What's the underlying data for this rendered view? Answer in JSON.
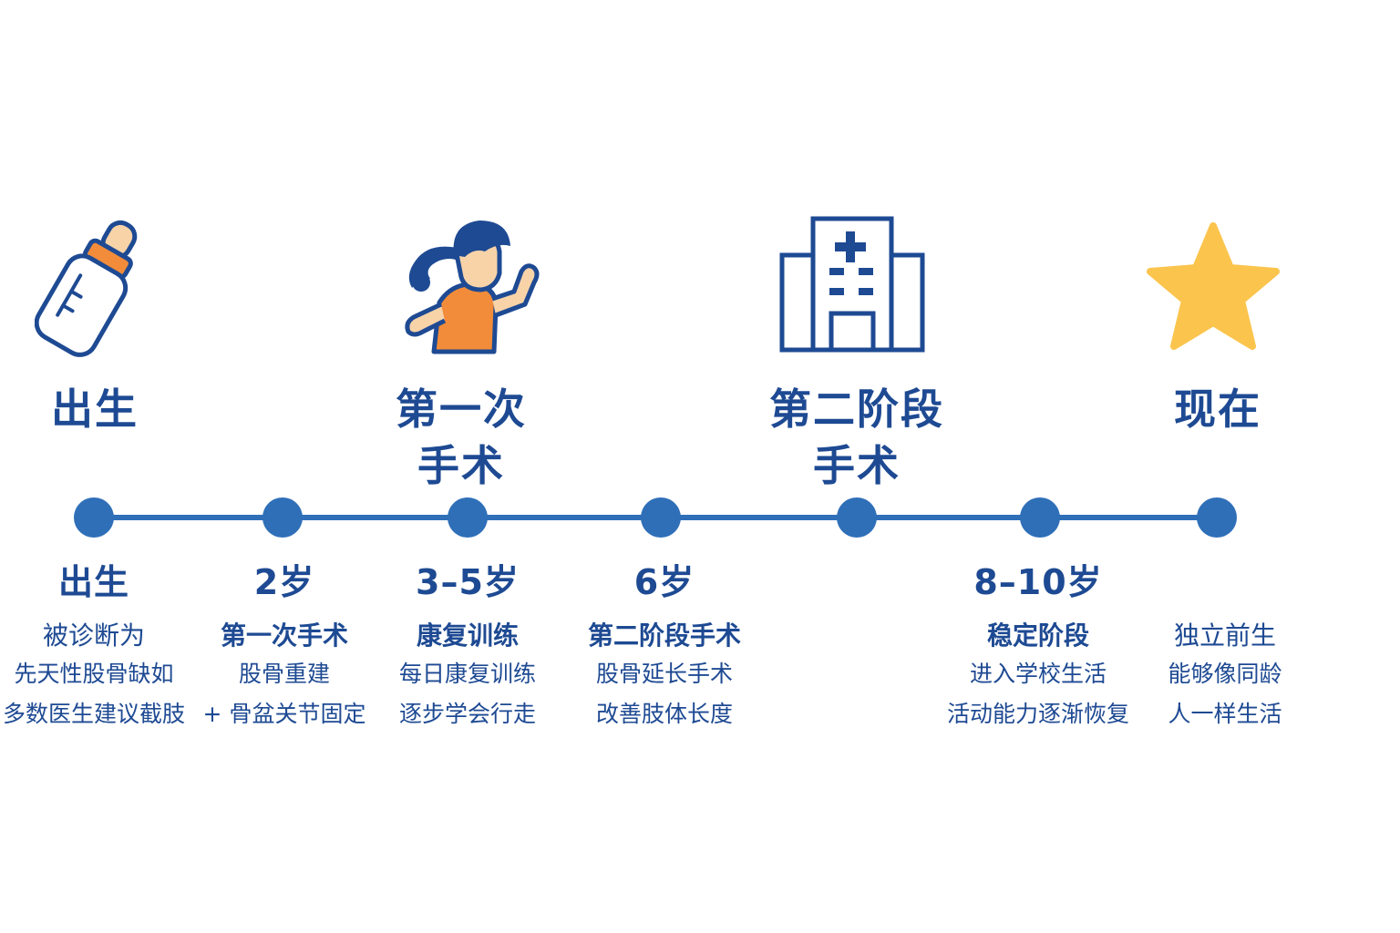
{
  "milestones": [
    {
      "title_line1": "出生",
      "title_line2": "",
      "icon": "baby-bottle-icon"
    },
    {
      "title_line1": "第一次",
      "title_line2": "手术",
      "icon": "running-child-icon"
    },
    {
      "title_line1": "第二阶段",
      "title_line2": "手术",
      "icon": "hospital-icon"
    },
    {
      "title_line1": "现在",
      "title_line2": "",
      "icon": "star-icon"
    }
  ],
  "stages": [
    {
      "age": "出生",
      "heading": "被诊断为",
      "lines": [
        "先天性股骨缺如",
        "多数医生建议截肢"
      ]
    },
    {
      "age": "2岁",
      "heading": "第一次手术",
      "lines": [
        "股骨重建",
        "+ 骨盆关节固定"
      ]
    },
    {
      "age": "3–5岁",
      "heading": "康复训练",
      "lines": [
        "每日康复训练",
        "逐步学会行走"
      ]
    },
    {
      "age": "6岁",
      "heading": "第二阶段手术",
      "lines": [
        "股骨延长手术",
        "改善肢体长度"
      ]
    },
    {
      "age": "",
      "heading": "",
      "lines": [
        "",
        ""
      ]
    },
    {
      "age": "8–10岁",
      "heading": "稳定阶段",
      "lines": [
        "进入学校生活",
        "活动能力逐渐恢复"
      ]
    },
    {
      "age": "",
      "heading": "独立前生",
      "lines": [
        "能够像同龄",
        "人一样生活"
      ]
    }
  ],
  "colors": {
    "primary": "#1e4a93",
    "line": "#2f6fb8",
    "orange": "#f28c3a",
    "skin": "#f8d3a8",
    "star": "#fbc44d"
  }
}
